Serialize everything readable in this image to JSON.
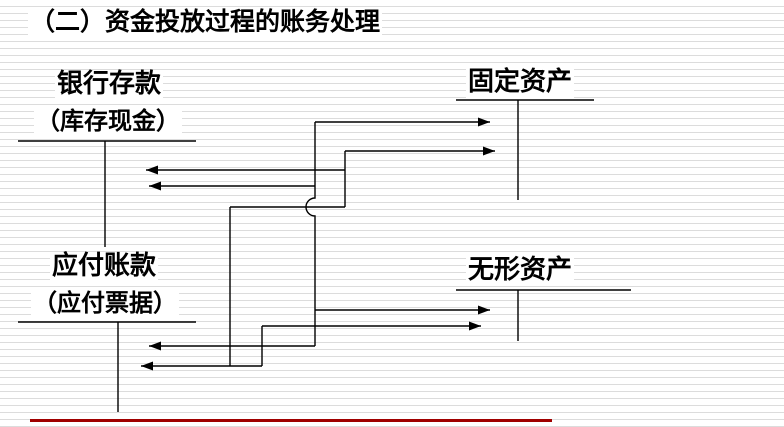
{
  "slide": {
    "title": "（二）资金投放过程的账务处理",
    "colors": {
      "background": "#FFFFFF",
      "stripe": "#DCDCDC",
      "diagram_line": "#000000",
      "accent_rule": "#A00000"
    }
  },
  "accounts": {
    "bank": {
      "name": "银行存款",
      "subtitle": "（库存现金）"
    },
    "fixed_assets": {
      "name": "固定资产"
    },
    "accounts_payable": {
      "name": "应付账款",
      "subtitle": "（应付票据）"
    },
    "intangible_assets": {
      "name": "无形资产"
    }
  },
  "flows": [
    {
      "from": "bank",
      "to": "fixed_assets"
    },
    {
      "from": "accounts_payable",
      "to": "fixed_assets"
    },
    {
      "from": "bank",
      "to": "intangible_assets"
    },
    {
      "from": "accounts_payable",
      "to": "intangible_assets"
    }
  ]
}
